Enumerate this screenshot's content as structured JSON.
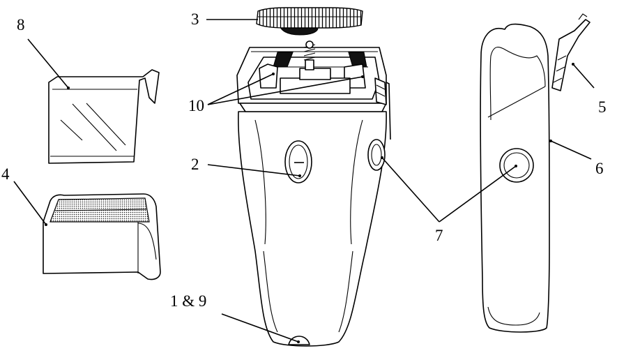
{
  "labels": {
    "l1_9": "1 & 9",
    "l2": "2",
    "l3": "3",
    "l4": "4",
    "l5": "5",
    "l6": "6",
    "l7": "7",
    "l8": "8",
    "l10": "10"
  },
  "colors": {
    "line": "#000000",
    "background": "#ffffff"
  }
}
